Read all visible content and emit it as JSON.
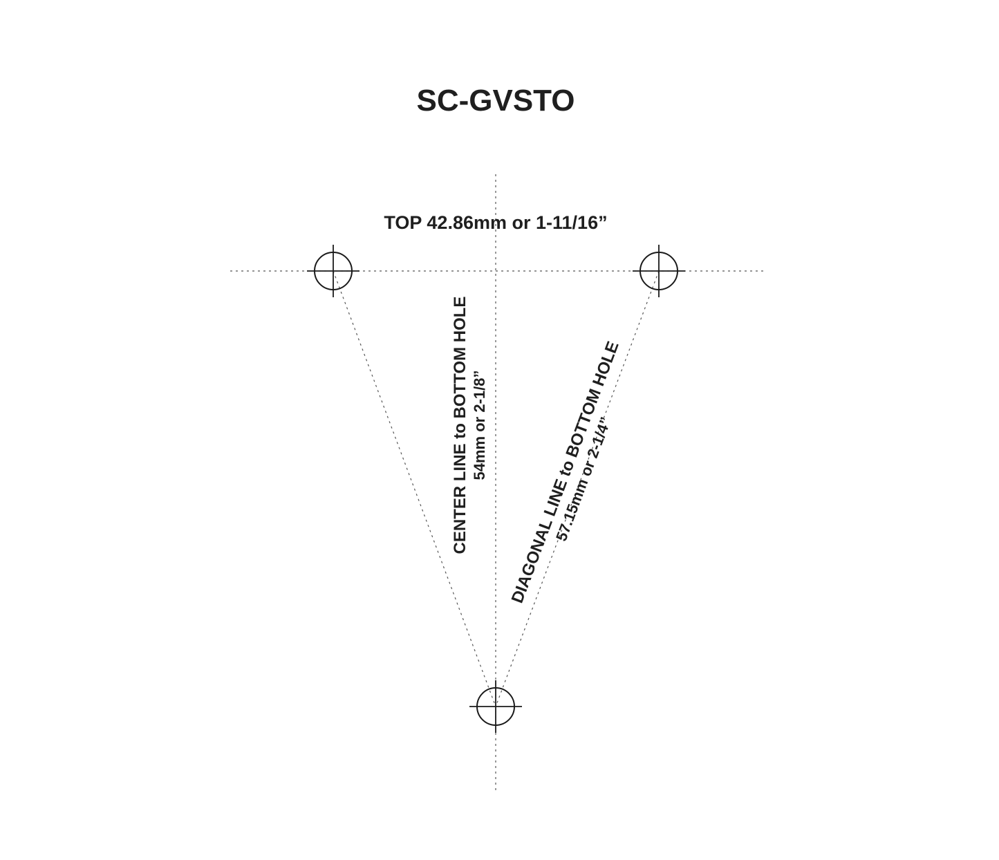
{
  "title": "SC-GVSTO",
  "dimensions": {
    "top": "TOP 42.86mm or 1-11/16”",
    "center_line": {
      "label": "CENTER LINE to BOTTOM HOLE",
      "value": "54mm or 2-1/8”"
    },
    "diagonal_line": {
      "label": "DIAGONAL LINE to BOTTOM HOLE",
      "value": "57.15mm or 2-1/4”"
    }
  },
  "colors": {
    "text": "#1f1f1f",
    "lines": "#1a1a1a",
    "guides": "#555555",
    "background": "#ffffff"
  }
}
